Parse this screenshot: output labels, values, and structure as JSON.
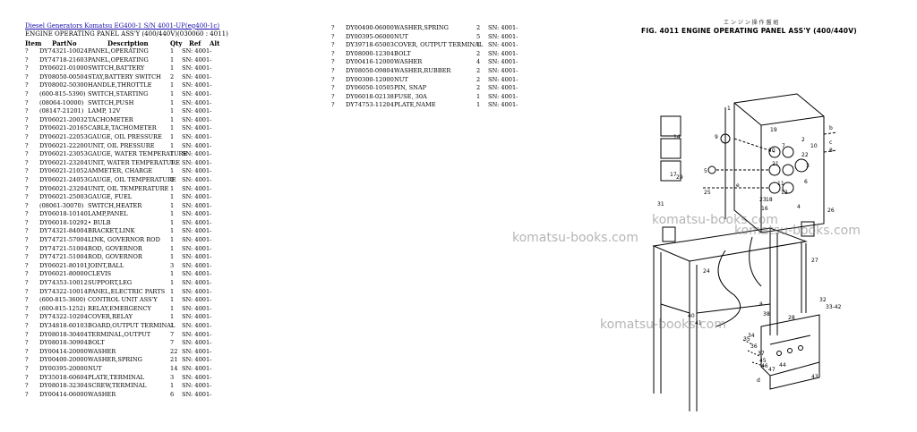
{
  "breadcrumb": "Diesel Generators Komatsu EG400-1 S/N 4001-UP(eg400-1c)",
  "subtitle": "ENGINE OPERATING PANEL ASS'Y (400/440V)(030060 : 4011)",
  "columns": {
    "item": "Item",
    "partno": "PartNo",
    "description": "Description",
    "qty": "Qty",
    "ref": "Ref",
    "alt": "Alt"
  },
  "parts_left": [
    {
      "item": "?",
      "partno": "DY74321-10024",
      "desc": "PANEL,OPERATING",
      "qty": "1",
      "sn": "SN: 4001-"
    },
    {
      "item": "?",
      "partno": "DY74718-21603",
      "desc": "PANEL,OPERATING",
      "qty": "1",
      "sn": "SN: 4001-"
    },
    {
      "item": "?",
      "partno": "DY06021-01000",
      "desc": "SWITCH,BATTERY",
      "qty": "1",
      "sn": "SN: 4001-"
    },
    {
      "item": "?",
      "partno": "DY08050-00504",
      "desc": "STAY,BATTERY SWITCH",
      "qty": "2",
      "sn": "SN: 4001-"
    },
    {
      "item": "?",
      "partno": "DY08002-50300",
      "desc": "HANDLE,THROTTLE",
      "qty": "1",
      "sn": "SN: 4001-"
    },
    {
      "item": "?",
      "partno": "(600-815-5390)",
      "desc": "SWITCH,STARTING",
      "qty": "1",
      "sn": "SN: 4001-"
    },
    {
      "item": "?",
      "partno": "(08064-10000)",
      "desc": "SWITCH,PUSH",
      "qty": "1",
      "sn": "SN: 4001-"
    },
    {
      "item": "?",
      "partno": "(08147-21201)",
      "desc": "LAMP, 12V",
      "qty": "1",
      "sn": "SN: 4001-"
    },
    {
      "item": "?",
      "partno": "DY06021-20032",
      "desc": "TACHOMETER",
      "qty": "1",
      "sn": "SN: 4001-"
    },
    {
      "item": "?",
      "partno": "DY06021-20165",
      "desc": "CABLE,TACHOMETER",
      "qty": "1",
      "sn": "SN: 4001-"
    },
    {
      "item": "?",
      "partno": "DY06021-22053",
      "desc": "GAUGE, OIL PRESSURE",
      "qty": "1",
      "sn": "SN: 4001-"
    },
    {
      "item": "?",
      "partno": "DY06021-22200",
      "desc": "UNIT, OIL PRESSURE",
      "qty": "1",
      "sn": "SN: 4001-"
    },
    {
      "item": "?",
      "partno": "DY06021-23053",
      "desc": "GAUGE, WATER TEMPERATURE",
      "qty": "1",
      "sn": "SN: 4001-"
    },
    {
      "item": "?",
      "partno": "DY06021-23204",
      "desc": "UNIT, WATER TEMPERATURE",
      "qty": "1",
      "sn": "SN: 4001-"
    },
    {
      "item": "?",
      "partno": "DY06021-21052",
      "desc": "AMMETER, CHARGE",
      "qty": "1",
      "sn": "SN: 4001-"
    },
    {
      "item": "?",
      "partno": "DY06021-24053",
      "desc": "GAUGE, OIL TEMPERATURE",
      "qty": "1",
      "sn": "SN: 4001-"
    },
    {
      "item": "?",
      "partno": "DY06021-23204",
      "desc": "UNIT, OIL TEMPERATURE",
      "qty": "1",
      "sn": "SN: 4001-"
    },
    {
      "item": "?",
      "partno": "DY06021-25003",
      "desc": "GAUGE, FUEL",
      "qty": "1",
      "sn": "SN: 4001-"
    },
    {
      "item": "?",
      "partno": "(08061-30070)",
      "desc": "SWITCH,HEATER",
      "qty": "1",
      "sn": "SN: 4001-"
    },
    {
      "item": "?",
      "partno": "DY06018-10140",
      "desc": "LAMP,PANEL",
      "qty": "1",
      "sn": "SN: 4001-"
    },
    {
      "item": "?",
      "partno": "DY06018-10292",
      "desc": "• BULB",
      "qty": "1",
      "sn": "SN: 4001-"
    },
    {
      "item": "?",
      "partno": "DY74321-84004",
      "desc": "BRACKET,LINK",
      "qty": "1",
      "sn": "SN: 4001-"
    },
    {
      "item": "?",
      "partno": "DY74721-57004",
      "desc": "LINK, GOVERNOR ROD",
      "qty": "1",
      "sn": "SN: 4001-"
    },
    {
      "item": "?",
      "partno": "DY74721-51004",
      "desc": "ROD, GOVERNOR",
      "qty": "1",
      "sn": "SN: 4001-"
    },
    {
      "item": "?",
      "partno": "DY74721-51004",
      "desc": "ROD, GOVERNOR",
      "qty": "1",
      "sn": "SN: 4001-"
    },
    {
      "item": "?",
      "partno": "DY06021-80101",
      "desc": "JOINT,BALL",
      "qty": "3",
      "sn": "SN: 4001-"
    },
    {
      "item": "?",
      "partno": "DY06021-80000",
      "desc": "CLEVIS",
      "qty": "1",
      "sn": "SN: 4001-"
    },
    {
      "item": "?",
      "partno": "DY74353-10012",
      "desc": "SUPPORT,LEG",
      "qty": "1",
      "sn": "SN: 4001-"
    },
    {
      "item": "?",
      "partno": "DY74322-10014",
      "desc": "PANEL,ELECTRIC PARTS",
      "qty": "1",
      "sn": "SN: 4001-"
    },
    {
      "item": "?",
      "partno": "(600-815-3600)",
      "desc": "CONTROL UNIT ASS'Y",
      "qty": "1",
      "sn": "SN: 4001-"
    },
    {
      "item": "?",
      "partno": "(600-815-1252)",
      "desc": "RELAY,EMERGENCY",
      "qty": "1",
      "sn": "SN: 4001-"
    },
    {
      "item": "?",
      "partno": "DY74322-10204",
      "desc": "COVER,RELAY",
      "qty": "1",
      "sn": "SN: 4001-"
    },
    {
      "item": "?",
      "partno": "DY34818-60103",
      "desc": "BOARD,OUTPUT TERMINAL",
      "qty": "1",
      "sn": "SN: 4001-"
    },
    {
      "item": "?",
      "partno": "DY08018-30404",
      "desc": "TERMINAL,OUTPUT",
      "qty": "7",
      "sn": "SN: 4001-"
    },
    {
      "item": "?",
      "partno": "DY08018-30904",
      "desc": "BOLT",
      "qty": "7",
      "sn": "SN: 4001-"
    },
    {
      "item": "?",
      "partno": "DY00414-20000",
      "desc": "WASHER",
      "qty": "22",
      "sn": "SN: 4001-"
    },
    {
      "item": "?",
      "partno": "DY00400-20000",
      "desc": "WASHER,SPRING",
      "qty": "21",
      "sn": "SN: 4001-"
    },
    {
      "item": "?",
      "partno": "DY00395-20000",
      "desc": "NUT",
      "qty": "14",
      "sn": "SN: 4001-"
    },
    {
      "item": "?",
      "partno": "DY35018-60604",
      "desc": "PLATE,TERMINAL",
      "qty": "3",
      "sn": "SN: 4001-"
    },
    {
      "item": "?",
      "partno": "DY08018-32304",
      "desc": "SCREW,TERMINAL",
      "qty": "1",
      "sn": "SN: 4001-"
    },
    {
      "item": "?",
      "partno": "DY00414-06000",
      "desc": "WASHER",
      "qty": "6",
      "sn": "SN: 4001-"
    }
  ],
  "parts_right": [
    {
      "item": "?",
      "partno": "DY00400-06000",
      "desc": "WASHER,SPRING",
      "qty": "2",
      "sn": "SN: 4001-"
    },
    {
      "item": "?",
      "partno": "DY00395-06000",
      "desc": "NUT",
      "qty": "5",
      "sn": "SN: 4001-"
    },
    {
      "item": "?",
      "partno": "DY39718-65003",
      "desc": "COVER, OUTPUT TERMINAL",
      "qty": "1",
      "sn": "SN: 4001-"
    },
    {
      "item": "?",
      "partno": "DY08000-12304",
      "desc": "BOLT",
      "qty": "2",
      "sn": "SN: 4001-"
    },
    {
      "item": "?",
      "partno": "DY00416-12000",
      "desc": "WASHER",
      "qty": "4",
      "sn": "SN: 4001-"
    },
    {
      "item": "?",
      "partno": "DY08050-09804",
      "desc": "WASHER,RUBBER",
      "qty": "2",
      "sn": "SN: 4001-"
    },
    {
      "item": "?",
      "partno": "DY00300-12000",
      "desc": "NUT",
      "qty": "2",
      "sn": "SN: 4001-"
    },
    {
      "item": "?",
      "partno": "DY06050-10505",
      "desc": "PIN, SNAP",
      "qty": "2",
      "sn": "SN: 4001-"
    },
    {
      "item": "?",
      "partno": "DY06018-02138",
      "desc": "FUSE, 30A",
      "qty": "1",
      "sn": "SN: 4001-"
    },
    {
      "item": "?",
      "partno": "DY74753-11204",
      "desc": "PLATE,NAME",
      "qty": "1",
      "sn": "SN: 4001-"
    }
  ],
  "figure": {
    "title": "FIG. 4011  ENGINE OPERATING PANEL ASS'Y (400/440V)",
    "japanese": "エ ン ジ ン 操 作 盤 組",
    "callouts": [
      "1",
      "2",
      "3",
      "4",
      "5",
      "6",
      "7",
      "8",
      "9",
      "10",
      "11",
      "12",
      "14",
      "16",
      "17",
      "18",
      "19",
      "20",
      "21",
      "22",
      "23",
      "24",
      "25",
      "26",
      "27",
      "28",
      "29",
      "31",
      "32",
      "33-42",
      "34",
      "35",
      "36",
      "37",
      "38",
      "40",
      "41",
      "43",
      "44",
      "45",
      "46",
      "47",
      "a",
      "b",
      "c",
      "d",
      "e"
    ]
  },
  "watermark": "komatsu-books.com"
}
